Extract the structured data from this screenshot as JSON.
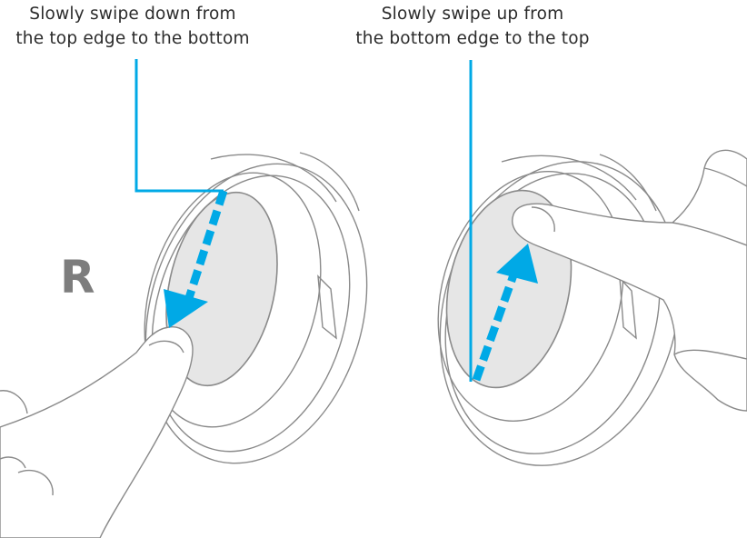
{
  "captions": {
    "left": {
      "line1": "Slowly swipe down from",
      "line2": "the top edge to the bottom"
    },
    "right": {
      "line1": "Slowly swipe up from",
      "line2": "the bottom edge to the top"
    }
  },
  "side_label": "R",
  "colors": {
    "accent": "#00a9e6",
    "outline": "#8a8a8a",
    "pad_fill": "#e6e6e6",
    "text": "#2b2b2b",
    "label": "#7d7d7d"
  },
  "gestures": [
    {
      "direction": "down"
    },
    {
      "direction": "up"
    }
  ]
}
